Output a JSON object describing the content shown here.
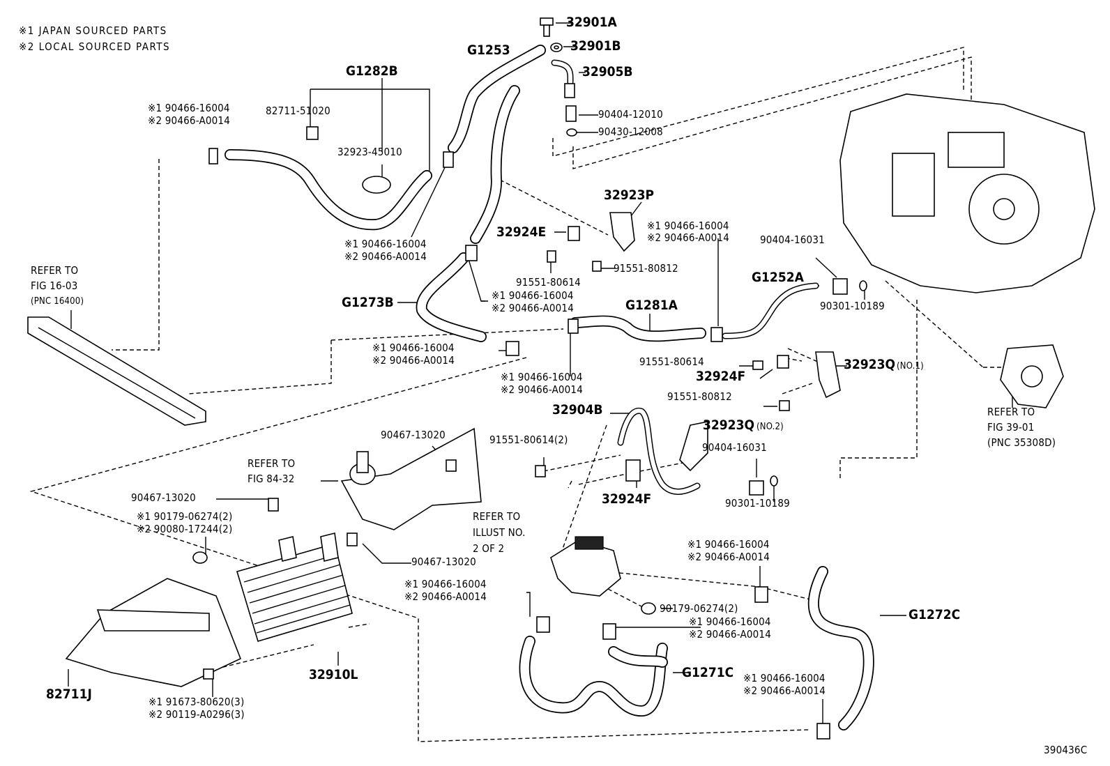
{
  "notes": {
    "japan": "※1 JAPAN SOURCED PARTS",
    "local": "※2 LOCAL SOURCED PARTS"
  },
  "labels": {
    "p32901A": "32901A",
    "p32901B": "32901B",
    "p32905B": "32905B",
    "p90404_12010": "90404-12010",
    "p90430_12008": "90430-12008",
    "pG1253": "G1253",
    "pG1282B": "G1282B",
    "p82711_51020": "82711-51020",
    "p32923_45010": "32923-45010",
    "clampA1": "※1 90466-16004",
    "clampA2": "※2 90466-A0014",
    "clampB1": "※1 90466-16004",
    "clampB2": "※2 90466-A0014",
    "p32923P": "32923P",
    "p32924E": "32924E",
    "p91551_80614_a": "91551-80614",
    "p91551_80812_a": "91551-80812",
    "clampC1": "※1 90466-16004",
    "clampC2": "※2 90466-A0014",
    "p90404_16031_a": "90404-16031",
    "pG1252A": "G1252A",
    "p90301_10189_a": "90301-10189",
    "refer1603_a": "REFER TO",
    "refer1603_b": "FIG 16-03",
    "refer1603_c": "(PNC 16400)",
    "pG1273B": "G1273B",
    "clampD1": "※1 90466-16004",
    "clampD2": "※2 90466-A0014",
    "pG1281A": "G1281A",
    "clampE1": "※1 90466-16004",
    "clampE2": "※2 90466-A0014",
    "clampF1": "※1 90466-16004",
    "clampF2": "※2 90466-A0014",
    "p91551_80614_b": "91551-80614",
    "p32924F_a": "32924F",
    "p32923Q_1": "32923Q",
    "no1": "(NO.1)",
    "p91551_80812_b": "91551-80812",
    "refer3901_a": "REFER TO",
    "refer3901_b": "FIG 39-01",
    "refer3901_c": "(PNC 35308D)",
    "p32904B": "32904B",
    "p32923Q_2": "32923Q",
    "no2": "(NO.2)",
    "p90467_13020_a": "90467-13020",
    "p91551_80614_2": "91551-80614(2)",
    "p90404_16031_b": "90404-16031",
    "refer8432_a": "REFER TO",
    "refer8432_b": "FIG 84-32",
    "p32924F_b": "32924F",
    "p90301_10189_b": "90301-10189",
    "p90467_13020_b": "90467-13020",
    "nut1": "※1 90179-06274(2)",
    "nut2": "※2 90080-17244(2)",
    "referIllust_a": "REFER TO",
    "referIllust_b": "ILLUST NO.",
    "referIllust_c": "2 OF 2",
    "p90467_13020_c": "90467-13020",
    "clampG1": "※1 90466-16004",
    "clampG2": "※2 90466-A0014",
    "clampH1": "※1 90466-16004",
    "clampH2": "※2 90466-A0014",
    "pG1272C": "G1272C",
    "p90179_06274_2": "90179-06274(2)",
    "clampI1": "※1 90466-16004",
    "clampI2": "※2 90466-A0014",
    "pG1271C": "G1271C",
    "clampJ1": "※1 90466-16004",
    "clampJ2": "※2 90466-A0014",
    "p82711J": "82711J",
    "p32910L": "32910L",
    "bolt1": "※1 91673-80620(3)",
    "bolt2": "※2 90119-A0296(3)",
    "illustId": "390436C"
  }
}
